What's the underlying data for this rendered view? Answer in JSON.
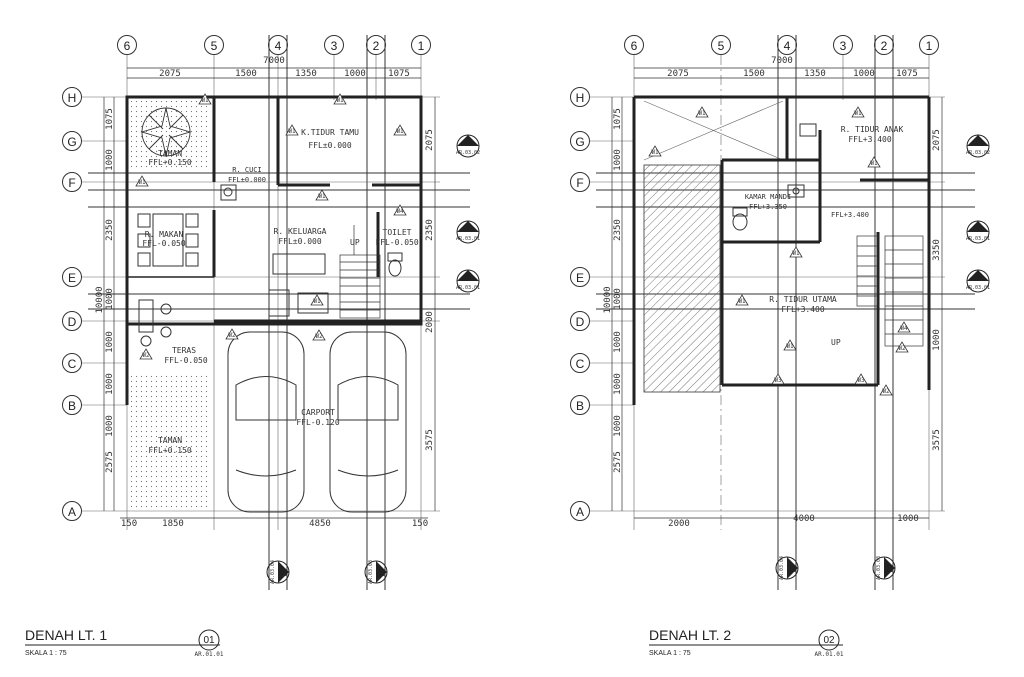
{
  "plans": [
    {
      "title": "DENAH LT. 1",
      "scale": "SKALA 1 : 75",
      "marker_num": "01",
      "marker_ref": "AR.01.01",
      "rooms": [
        {
          "name": "TAMAN",
          "level": "FFL+0.150"
        },
        {
          "name": "K.TIDUR TAMU",
          "level": "FFL±0.000"
        },
        {
          "name": "R. CUCI",
          "level": "FFL±0.000"
        },
        {
          "name": "R. MAKAN",
          "level": "FFL-0.050"
        },
        {
          "name": "R. KELUARGA",
          "level": "FFL±0.000"
        },
        {
          "name": "TOILET",
          "level": "FFL-0.050"
        },
        {
          "name": "TERAS",
          "level": "FFL-0.050"
        },
        {
          "name": "CARPORT",
          "level": "FFL-0.120"
        },
        {
          "name": "TAMAN",
          "level": "FFL+0.150"
        }
      ],
      "up": "UP",
      "dim_top": [
        "2075",
        "1500",
        "1350",
        "1000",
        "1075"
      ],
      "dim_total_top": "7000",
      "dim_bottom": [
        "150",
        "1850",
        "4850",
        "150"
      ],
      "dim_left": [
        "1075",
        "1000",
        "2350",
        "1000",
        "1000",
        "1000",
        "1000",
        "2575"
      ],
      "dim_left_total": "10000",
      "dim_right": [
        "2075",
        "2350",
        "2000",
        "3575"
      ],
      "windows": [
        "W1",
        "W1",
        "W1",
        "W1",
        "W1",
        "W1",
        "W2",
        "W2",
        "W2",
        "W4",
        "W1"
      ],
      "sections": [
        {
          "label": "C",
          "ref": "AR.03.02"
        },
        {
          "label": "B",
          "ref": "AR.03.01"
        },
        {
          "label": "A",
          "ref": "AR.03.01"
        },
        {
          "label": "D",
          "ref": "AR.03.04"
        },
        {
          "label": "E",
          "ref": "AR.03.03"
        }
      ]
    },
    {
      "title": "DENAH LT. 2",
      "scale": "SKALA 1 : 75",
      "marker_num": "02",
      "marker_ref": "AR.01.01",
      "rooms": [
        {
          "name": "R. TIDUR ANAK",
          "level": "FFL+3.400"
        },
        {
          "name": "KAMAR MANDI",
          "level": "FFL+3.350"
        },
        {
          "name": "",
          "level": "FFL+3.400"
        },
        {
          "name": "R. TIDUR UTAMA",
          "level": "FFL+3.400"
        }
      ],
      "up": "UP",
      "dim_top": [
        "2075",
        "1500",
        "1350",
        "1000",
        "1075"
      ],
      "dim_total_top": "7000",
      "dim_bottom": [
        "2000",
        "4000",
        "1000"
      ],
      "dim_left": [
        "1075",
        "1000",
        "2350",
        "1000",
        "1000",
        "1000",
        "1000",
        "2575"
      ],
      "dim_left_total": "10000",
      "dim_right": [
        "2075",
        "3350",
        "1000",
        "3575"
      ],
      "windows": [
        "W1",
        "W1",
        "W1",
        "W1",
        "W1",
        "W1",
        "W1",
        "W3",
        "W3",
        "W2",
        "W2",
        "W4"
      ],
      "sections": [
        {
          "label": "C",
          "ref": "AR.03.02"
        },
        {
          "label": "B",
          "ref": "AR.03.01"
        },
        {
          "label": "A",
          "ref": "AR.03.01"
        },
        {
          "label": "D",
          "ref": "AR.03.04"
        },
        {
          "label": "E",
          "ref": "AR.03.03"
        }
      ]
    }
  ],
  "grid_cols": [
    "6",
    "5",
    "4",
    "3",
    "2",
    "1"
  ],
  "grid_rows": [
    "H",
    "G",
    "F",
    "E",
    "D",
    "C",
    "B",
    "A"
  ]
}
